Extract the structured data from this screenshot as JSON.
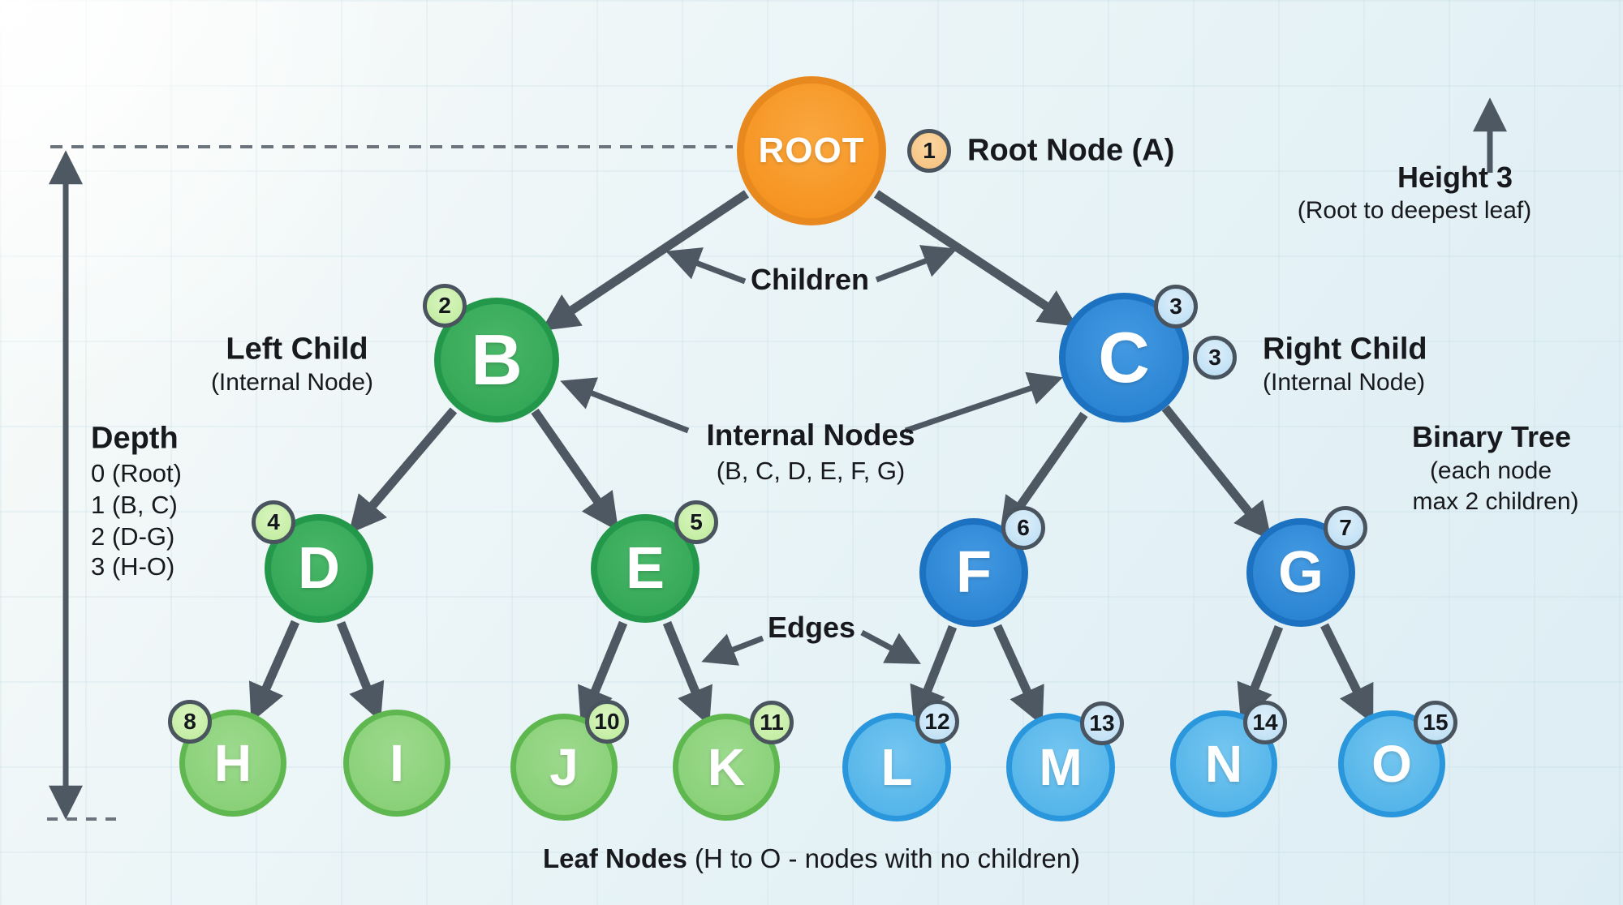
{
  "annotations": {
    "root_note": "Root Node (A)",
    "height_title": "Height 3",
    "height_sub": "(Root to deepest leaf)",
    "children_label": "Children",
    "left_child_title": "Left Child",
    "left_child_sub": "(Internal Node)",
    "right_child_title": "Right Child",
    "right_child_sub": "(Internal Node)",
    "right_child_badge": "3",
    "depth_title": "Depth",
    "depth_items": [
      "0 (Root)",
      "1 (B, C)",
      "2 (D-G)",
      "3 (H-O)"
    ],
    "internal_title": "Internal Nodes",
    "internal_sub": "(B, C, D, E, F, G)",
    "binary_title": "Binary Tree",
    "binary_sub1": "(each node",
    "binary_sub2": "max 2 children)",
    "edges_label": "Edges",
    "leaf_caption_bold": "Leaf Nodes",
    "leaf_caption_rest": " (H to O - nodes with no children)"
  },
  "nodes": {
    "A": {
      "label": "ROOT",
      "badge": "1"
    },
    "B": {
      "label": "B",
      "badge": "2"
    },
    "C": {
      "label": "C",
      "badge": "3"
    },
    "D": {
      "label": "D",
      "badge": "4"
    },
    "E": {
      "label": "E",
      "badge": "5"
    },
    "F": {
      "label": "F",
      "badge": "6"
    },
    "G": {
      "label": "G",
      "badge": "7"
    },
    "H": {
      "label": "H",
      "badge": "8"
    },
    "I": {
      "label": "I"
    },
    "J": {
      "label": "J",
      "badge": "10"
    },
    "K": {
      "label": "K",
      "badge": "11"
    },
    "L": {
      "label": "L",
      "badge": "12"
    },
    "M": {
      "label": "M",
      "badge": "13"
    },
    "N": {
      "label": "N",
      "badge": "14"
    },
    "O": {
      "label": "O",
      "badge": "15"
    }
  },
  "colors": {
    "root_orange": "#f69320",
    "internal_green": "#34a756",
    "internal_blue": "#2b84d3",
    "leaf_green": "#89d078",
    "leaf_blue": "#54b4e9",
    "edge_gray": "#4d5863",
    "badge_border": "#49545f",
    "text": "#17191d"
  }
}
